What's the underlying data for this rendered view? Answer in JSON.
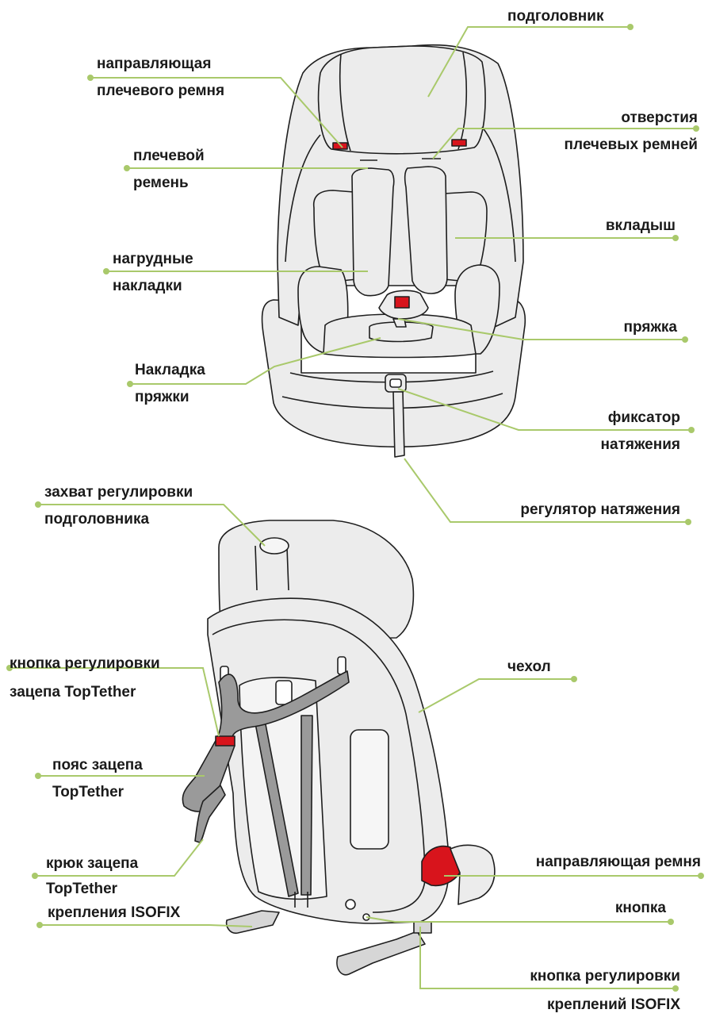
{
  "labels": {
    "headrest": "подголовник",
    "shoulder_guide": [
      "направляющая",
      "плечевого ремня"
    ],
    "shoulder_holes": [
      "отверстия",
      "плечевых ремней"
    ],
    "shoulder_belt": [
      "плечевой",
      "ремень"
    ],
    "insert": "вкладыш",
    "chest_pads": [
      "нагрудные",
      "накладки"
    ],
    "buckle": "пряжка",
    "buckle_pad": [
      "Накладка",
      "пряжки"
    ],
    "tension_lock": [
      "фиксатор",
      "натяжения"
    ],
    "tension_adjuster": "регулятор натяжения",
    "headrest_grip": [
      "захват регулировки",
      "подголовника"
    ],
    "toptether_button": [
      "кнопка регулировки",
      "зацепа TopTether"
    ],
    "cover": "чехол",
    "toptether_belt": [
      "пояс зацепа",
      "TopTether"
    ],
    "toptether_hook": [
      "крюк зацепа",
      "TopTether"
    ],
    "belt_guide": "направляющая  ремня",
    "isofix": "крепления ISOFIX",
    "button": "кнопка",
    "isofix_button": [
      "кнопка регулировки",
      "креплений ISOFIX"
    ]
  },
  "colors": {
    "leader": "#a9c96b",
    "outline": "#1e1e1e",
    "seat_fill": "#ececec",
    "accent": "#d8141c"
  }
}
